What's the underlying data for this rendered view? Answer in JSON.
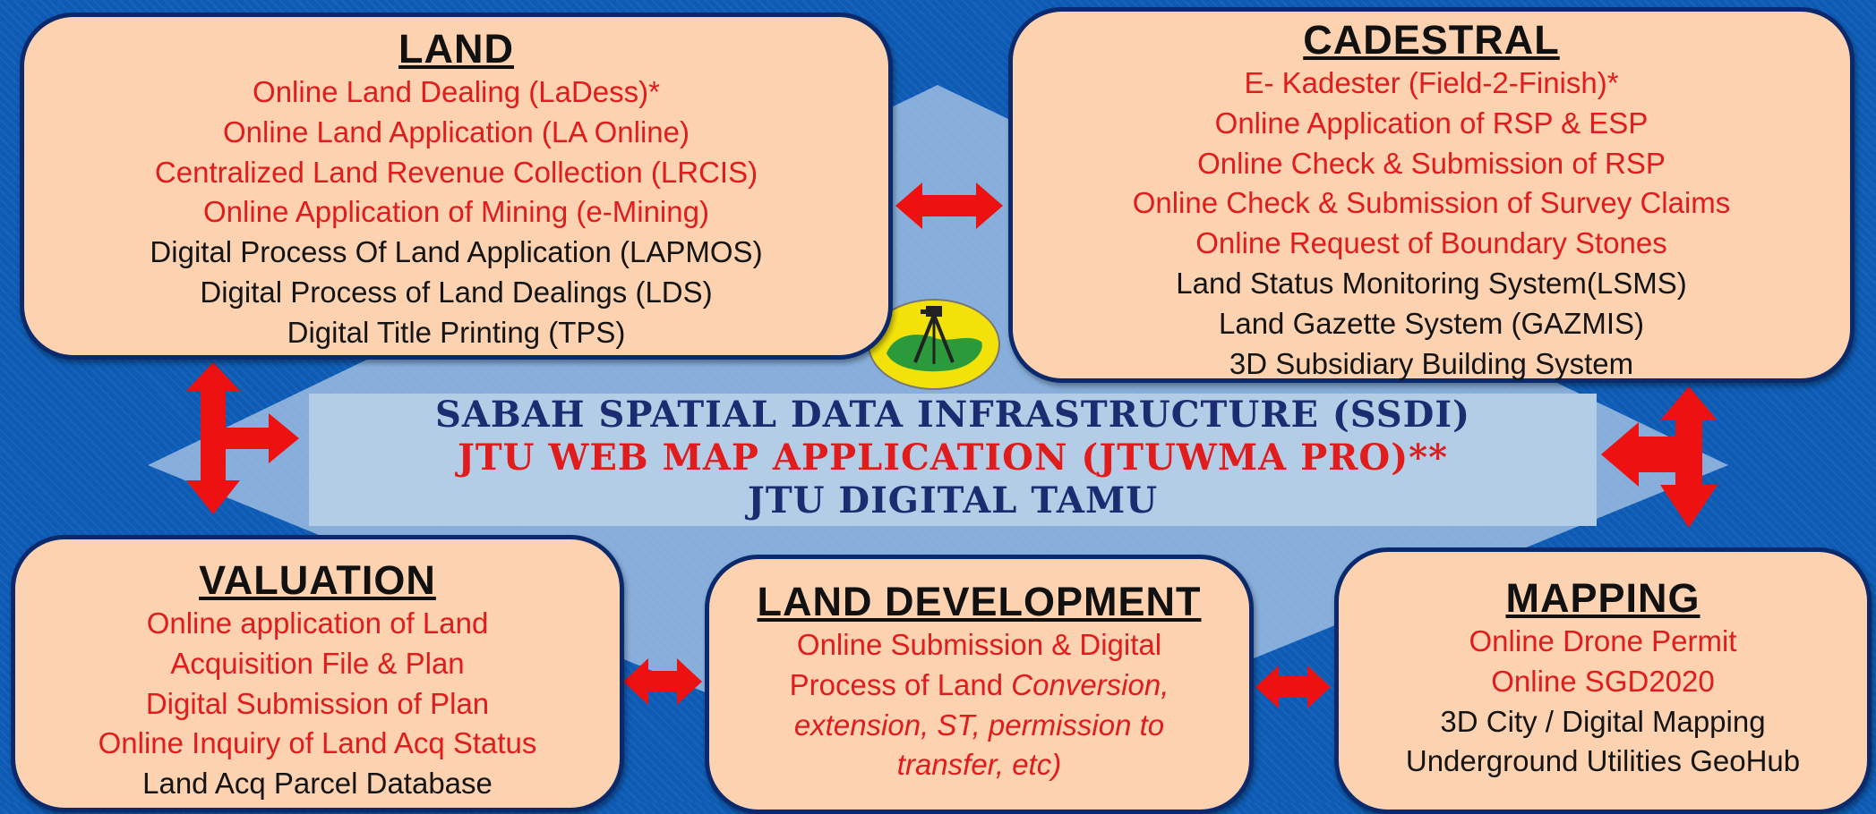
{
  "colors": {
    "background": "#0d5bb4",
    "box_fill": "#fcd2b0",
    "box_border": "#0b2a6e",
    "red_text": "#e01c1c",
    "black_text": "#141414",
    "center_navy": "#1c2c70",
    "arrow": "#ee1111",
    "center_panel": "#b4cde6"
  },
  "icons": {
    "logo": "surveyor-tripod-map-emblem",
    "arrow": "double-headed-arrow"
  },
  "land": {
    "title": "LAND",
    "items": [
      {
        "text": "Online Land Dealing (LaDess)*",
        "color": "red"
      },
      {
        "text": "Online Land Application (LA Online)",
        "color": "red"
      },
      {
        "text": "Centralized Land Revenue Collection (LRCIS)",
        "color": "red"
      },
      {
        "text": "Online Application of Mining (e-Mining)",
        "color": "red"
      },
      {
        "text": "Digital Process Of Land Application (LAPMOS)",
        "color": "black"
      },
      {
        "text": "Digital Process of Land Dealings (LDS)",
        "color": "black"
      },
      {
        "text": "Digital Title Printing (TPS)",
        "color": "black"
      }
    ]
  },
  "cadestral": {
    "title": "CADESTRAL",
    "items": [
      {
        "text": "E- Kadester (Field-2-Finish)*",
        "color": "red"
      },
      {
        "text": "Online Application of RSP & ESP",
        "color": "red"
      },
      {
        "text": "Online Check & Submission of RSP",
        "color": "red"
      },
      {
        "text": "Online Check & Submission of Survey Claims",
        "color": "red"
      },
      {
        "text": "Online Request of Boundary Stones",
        "color": "red"
      },
      {
        "text": "Land Status Monitoring System(LSMS)",
        "color": "black"
      },
      {
        "text": "Land Gazette System (GAZMIS)",
        "color": "black"
      },
      {
        "text": "3D Subsidiary Building System",
        "color": "black"
      }
    ]
  },
  "center": {
    "line1": "SABAH SPATIAL DATA INFRASTRUCTURE (SSDI)",
    "line2": "JTU WEB MAP APPLICATION (JTUWMA PRO)**",
    "line3": "JTU DIGITAL TAMU"
  },
  "valuation": {
    "title": "VALUATION",
    "items": [
      {
        "text": "Online application of Land",
        "color": "red"
      },
      {
        "text": "Acquisition File & Plan",
        "color": "red"
      },
      {
        "text": "Digital Submission of Plan",
        "color": "red"
      },
      {
        "text": "Online Inquiry of Land Acq Status",
        "color": "red"
      },
      {
        "text": "Land Acq Parcel Database",
        "color": "black"
      }
    ]
  },
  "land_development": {
    "title": "LAND DEVELOPMENT",
    "line1": "Online Submission & Digital",
    "line2_prefix": "Process of Land ",
    "line2_italic": "Conversion,",
    "line3": "extension, ST, permission to",
    "line4": "transfer, etc)"
  },
  "mapping": {
    "title": "MAPPING",
    "items": [
      {
        "text": "Online Drone Permit",
        "color": "red"
      },
      {
        "text": "Online SGD2020",
        "color": "red"
      },
      {
        "text": "3D City / Digital Mapping",
        "color": "black"
      },
      {
        "text": "Underground Utilities GeoHub",
        "color": "black"
      }
    ]
  }
}
